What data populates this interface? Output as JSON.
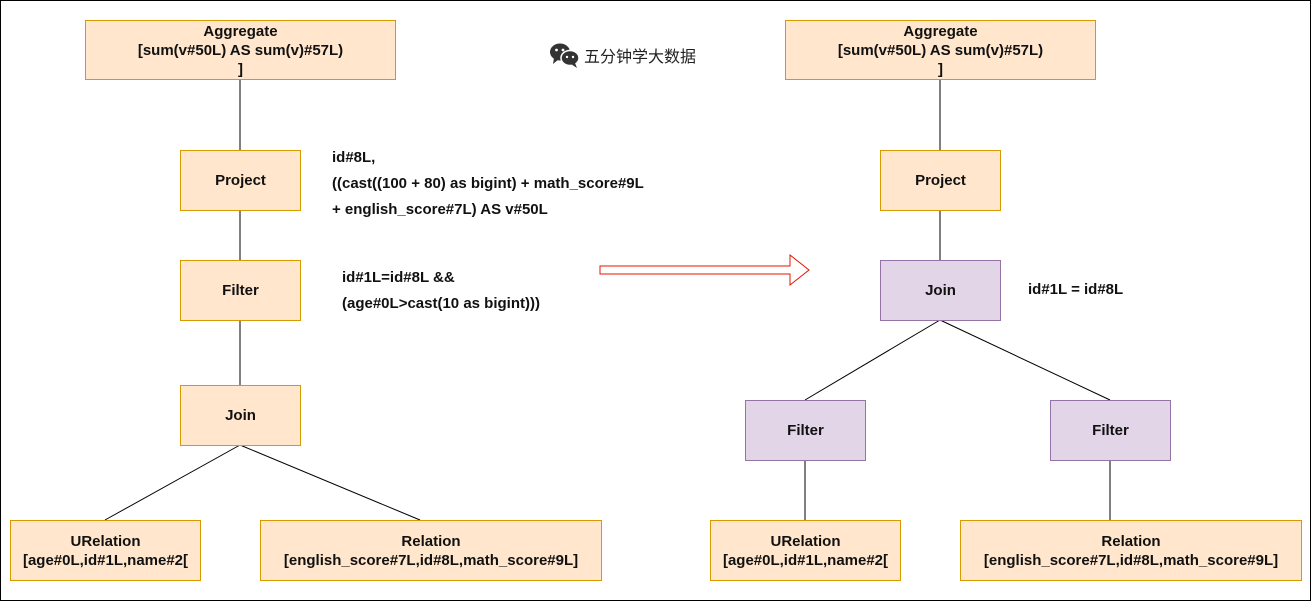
{
  "watermark": {
    "icon": "wechat-icon",
    "text": "五分钟学大数据"
  },
  "left_plan": {
    "aggregate": {
      "title": "Aggregate",
      "line2": "[sum(v#50L) AS sum(v)#57L)",
      "line3": "]"
    },
    "project": {
      "title": "Project"
    },
    "project_note": [
      "id#8L,",
      "((cast((100 + 80) as bigint) + math_score#9L",
      "+ english_score#7L) AS v#50L"
    ],
    "filter": {
      "title": "Filter"
    },
    "filter_note": [
      "id#1L=id#8L &&",
      "(age#0L>cast(10 as bigint)))"
    ],
    "join": {
      "title": "Join"
    },
    "urelation": {
      "title": "URelation",
      "line2": "[age#0L,id#1L,name#2["
    },
    "relation": {
      "title": "Relation",
      "line2": "[english_score#7L,id#8L,math_score#9L]"
    }
  },
  "transform_arrow": {
    "icon": "right-arrow-icon",
    "color": "#e51400"
  },
  "right_plan": {
    "aggregate": {
      "title": "Aggregate",
      "line2": "[sum(v#50L) AS sum(v)#57L)",
      "line3": "]"
    },
    "project": {
      "title": "Project"
    },
    "join": {
      "title": "Join"
    },
    "join_note": "id#1L = id#8L",
    "filter_left": {
      "title": "Filter"
    },
    "filter_right": {
      "title": "Filter"
    },
    "urelation": {
      "title": "URelation",
      "line2": "[age#0L,id#1L,name#2["
    },
    "relation": {
      "title": "Relation",
      "line2": "[english_score#7L,id#8L,math_score#9L]"
    }
  },
  "colors": {
    "orange_fill": "#ffe6cc",
    "orange_stroke": "#d79b00",
    "purple_fill": "#e1d5e7",
    "purple_stroke": "#9673a6"
  }
}
